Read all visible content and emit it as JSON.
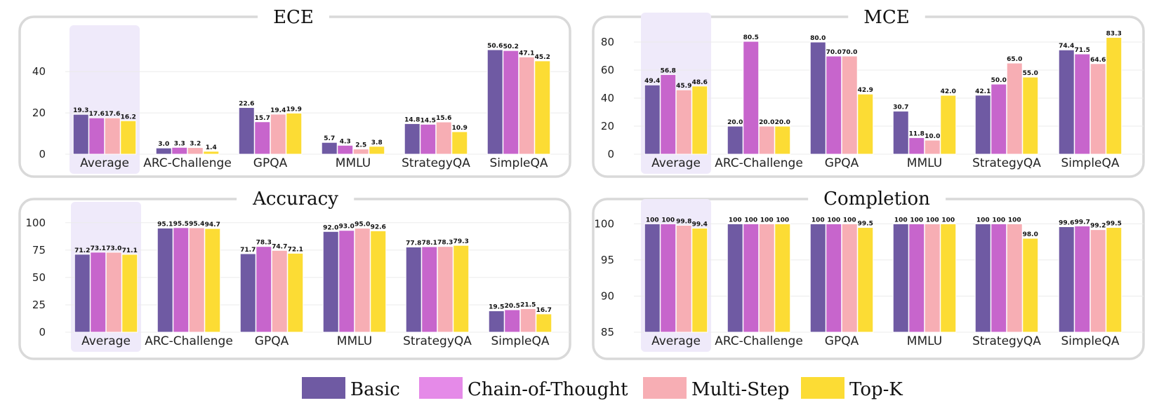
{
  "legend": [
    {
      "label": "Basic",
      "color": "#6f5aa3"
    },
    {
      "label": "Chain-of-Thought",
      "color": "#e58ae8"
    },
    {
      "label": "Multi-Step",
      "color": "#f7aeb4"
    },
    {
      "label": "Top-K",
      "color": "#fcdc34"
    }
  ],
  "series_colors": [
    "#6f5aa3",
    "#c765cc",
    "#f7aeb4",
    "#fcdc34"
  ],
  "highlight_color": "#efeafa",
  "chart_data": [
    {
      "type": "bar",
      "title": "ECE",
      "categories": [
        "Average",
        "ARC-Challenge",
        "GPQA",
        "MMLU",
        "StrategyQA",
        "SimpleQA"
      ],
      "highlight": "Average",
      "ylim": [
        0,
        55
      ],
      "yticks": [
        0,
        20,
        40
      ],
      "series": [
        {
          "name": "Basic",
          "values": [
            19.3,
            3.0,
            22.6,
            5.7,
            14.8,
            50.6
          ],
          "labels": [
            "19.3",
            "3.0",
            "22.6",
            "5.7",
            "14.8",
            "50.6"
          ]
        },
        {
          "name": "Chain-of-Thought",
          "values": [
            17.6,
            3.3,
            15.7,
            4.3,
            14.5,
            50.2
          ],
          "labels": [
            "17.6",
            "3.3",
            "15.7",
            "4.3",
            "14.5",
            "50.2"
          ]
        },
        {
          "name": "Multi-Step",
          "values": [
            17.6,
            3.2,
            19.4,
            2.5,
            15.6,
            47.1
          ],
          "labels": [
            "17.6",
            "3.2",
            "19.4",
            "2.5",
            "15.6",
            "47.1"
          ]
        },
        {
          "name": "Top-K",
          "values": [
            16.2,
            1.4,
            19.9,
            3.8,
            10.9,
            45.2
          ],
          "labels": [
            "16.2",
            "1.4",
            "19.9",
            "3.8",
            "10.9",
            "45.2"
          ]
        }
      ]
    },
    {
      "type": "bar",
      "title": "MCE",
      "categories": [
        "Average",
        "ARC-Challenge",
        "GPQA",
        "MMLU",
        "StrategyQA",
        "SimpleQA"
      ],
      "highlight": "Average",
      "ylim": [
        0,
        90
      ],
      "yticks": [
        0,
        20,
        40,
        60,
        80
      ],
      "series": [
        {
          "name": "Basic",
          "values": [
            49.4,
            20.0,
            80.0,
            30.7,
            42.1,
            74.4
          ],
          "labels": [
            "49.4",
            "20.0",
            "80.0",
            "30.7",
            "42.1",
            "74.4"
          ]
        },
        {
          "name": "Chain-of-Thought",
          "values": [
            56.8,
            80.5,
            70.0,
            11.8,
            50.0,
            71.5
          ],
          "labels": [
            "56.8",
            "80.5",
            "70.0",
            "11.8",
            "50.0",
            "71.5"
          ]
        },
        {
          "name": "Multi-Step",
          "values": [
            45.9,
            20.0,
            70.0,
            10.0,
            65.0,
            64.6
          ],
          "labels": [
            "45.9",
            "20.0",
            "70.0",
            "10.0",
            "65.0",
            "64.6"
          ]
        },
        {
          "name": "Top-K",
          "values": [
            48.6,
            20.0,
            42.9,
            42.0,
            55.0,
            83.3
          ],
          "labels": [
            "48.6",
            "20.0",
            "42.9",
            "42.0",
            "55.0",
            "83.3"
          ]
        }
      ]
    },
    {
      "type": "bar",
      "title": "Accuracy",
      "categories": [
        "Average",
        "ARC-Challenge",
        "GPQA",
        "MMLU",
        "StrategyQA",
        "SimpleQA"
      ],
      "highlight": "Average",
      "ylim": [
        0,
        105
      ],
      "yticks": [
        0,
        25,
        50,
        75,
        100
      ],
      "series": [
        {
          "name": "Basic",
          "values": [
            71.2,
            95.1,
            71.7,
            92.0,
            77.8,
            19.5
          ],
          "labels": [
            "71.2",
            "95.1",
            "71.7",
            "92.0",
            "77.8",
            "19.5"
          ]
        },
        {
          "name": "Chain-of-Thought",
          "values": [
            73.1,
            95.5,
            78.3,
            93.0,
            78.1,
            20.5
          ],
          "labels": [
            "73.1",
            "95.5",
            "78.3",
            "93.0",
            "78.1",
            "20.5"
          ]
        },
        {
          "name": "Multi-Step",
          "values": [
            73.0,
            95.4,
            74.7,
            95.0,
            78.3,
            21.5
          ],
          "labels": [
            "73.0",
            "95.4",
            "74.7",
            "95.0",
            "78.3",
            "21.5"
          ]
        },
        {
          "name": "Top-K",
          "values": [
            71.1,
            94.7,
            72.1,
            92.6,
            79.3,
            16.7
          ],
          "labels": [
            "71.1",
            "94.7",
            "72.1",
            "92.6",
            "79.3",
            "16.7"
          ]
        }
      ]
    },
    {
      "type": "bar",
      "title": "Completion",
      "categories": [
        "Average",
        "ARC-Challenge",
        "GPQA",
        "MMLU",
        "StrategyQA",
        "SimpleQA"
      ],
      "highlight": "Average",
      "ylim": [
        85,
        101.3
      ],
      "yticks": [
        85,
        90,
        95,
        100
      ],
      "series": [
        {
          "name": "Basic",
          "values": [
            100,
            100,
            100,
            100,
            100,
            99.6
          ],
          "labels": [
            "100",
            "100",
            "100",
            "100",
            "100",
            "99.6"
          ]
        },
        {
          "name": "Chain-of-Thought",
          "values": [
            100,
            100,
            100,
            100,
            100,
            99.7
          ],
          "labels": [
            "100",
            "100",
            "100",
            "100",
            "100",
            "99.7"
          ]
        },
        {
          "name": "Multi-Step",
          "values": [
            99.8,
            100,
            100,
            100,
            100,
            99.2
          ],
          "labels": [
            "99.8",
            "100",
            "100",
            "100",
            "100",
            "99.2"
          ]
        },
        {
          "name": "Top-K",
          "values": [
            99.4,
            100,
            99.5,
            100,
            98.0,
            99.5
          ],
          "labels": [
            "99.4",
            "100",
            "99.5",
            "100",
            "98.0",
            "99.5"
          ]
        }
      ]
    }
  ]
}
